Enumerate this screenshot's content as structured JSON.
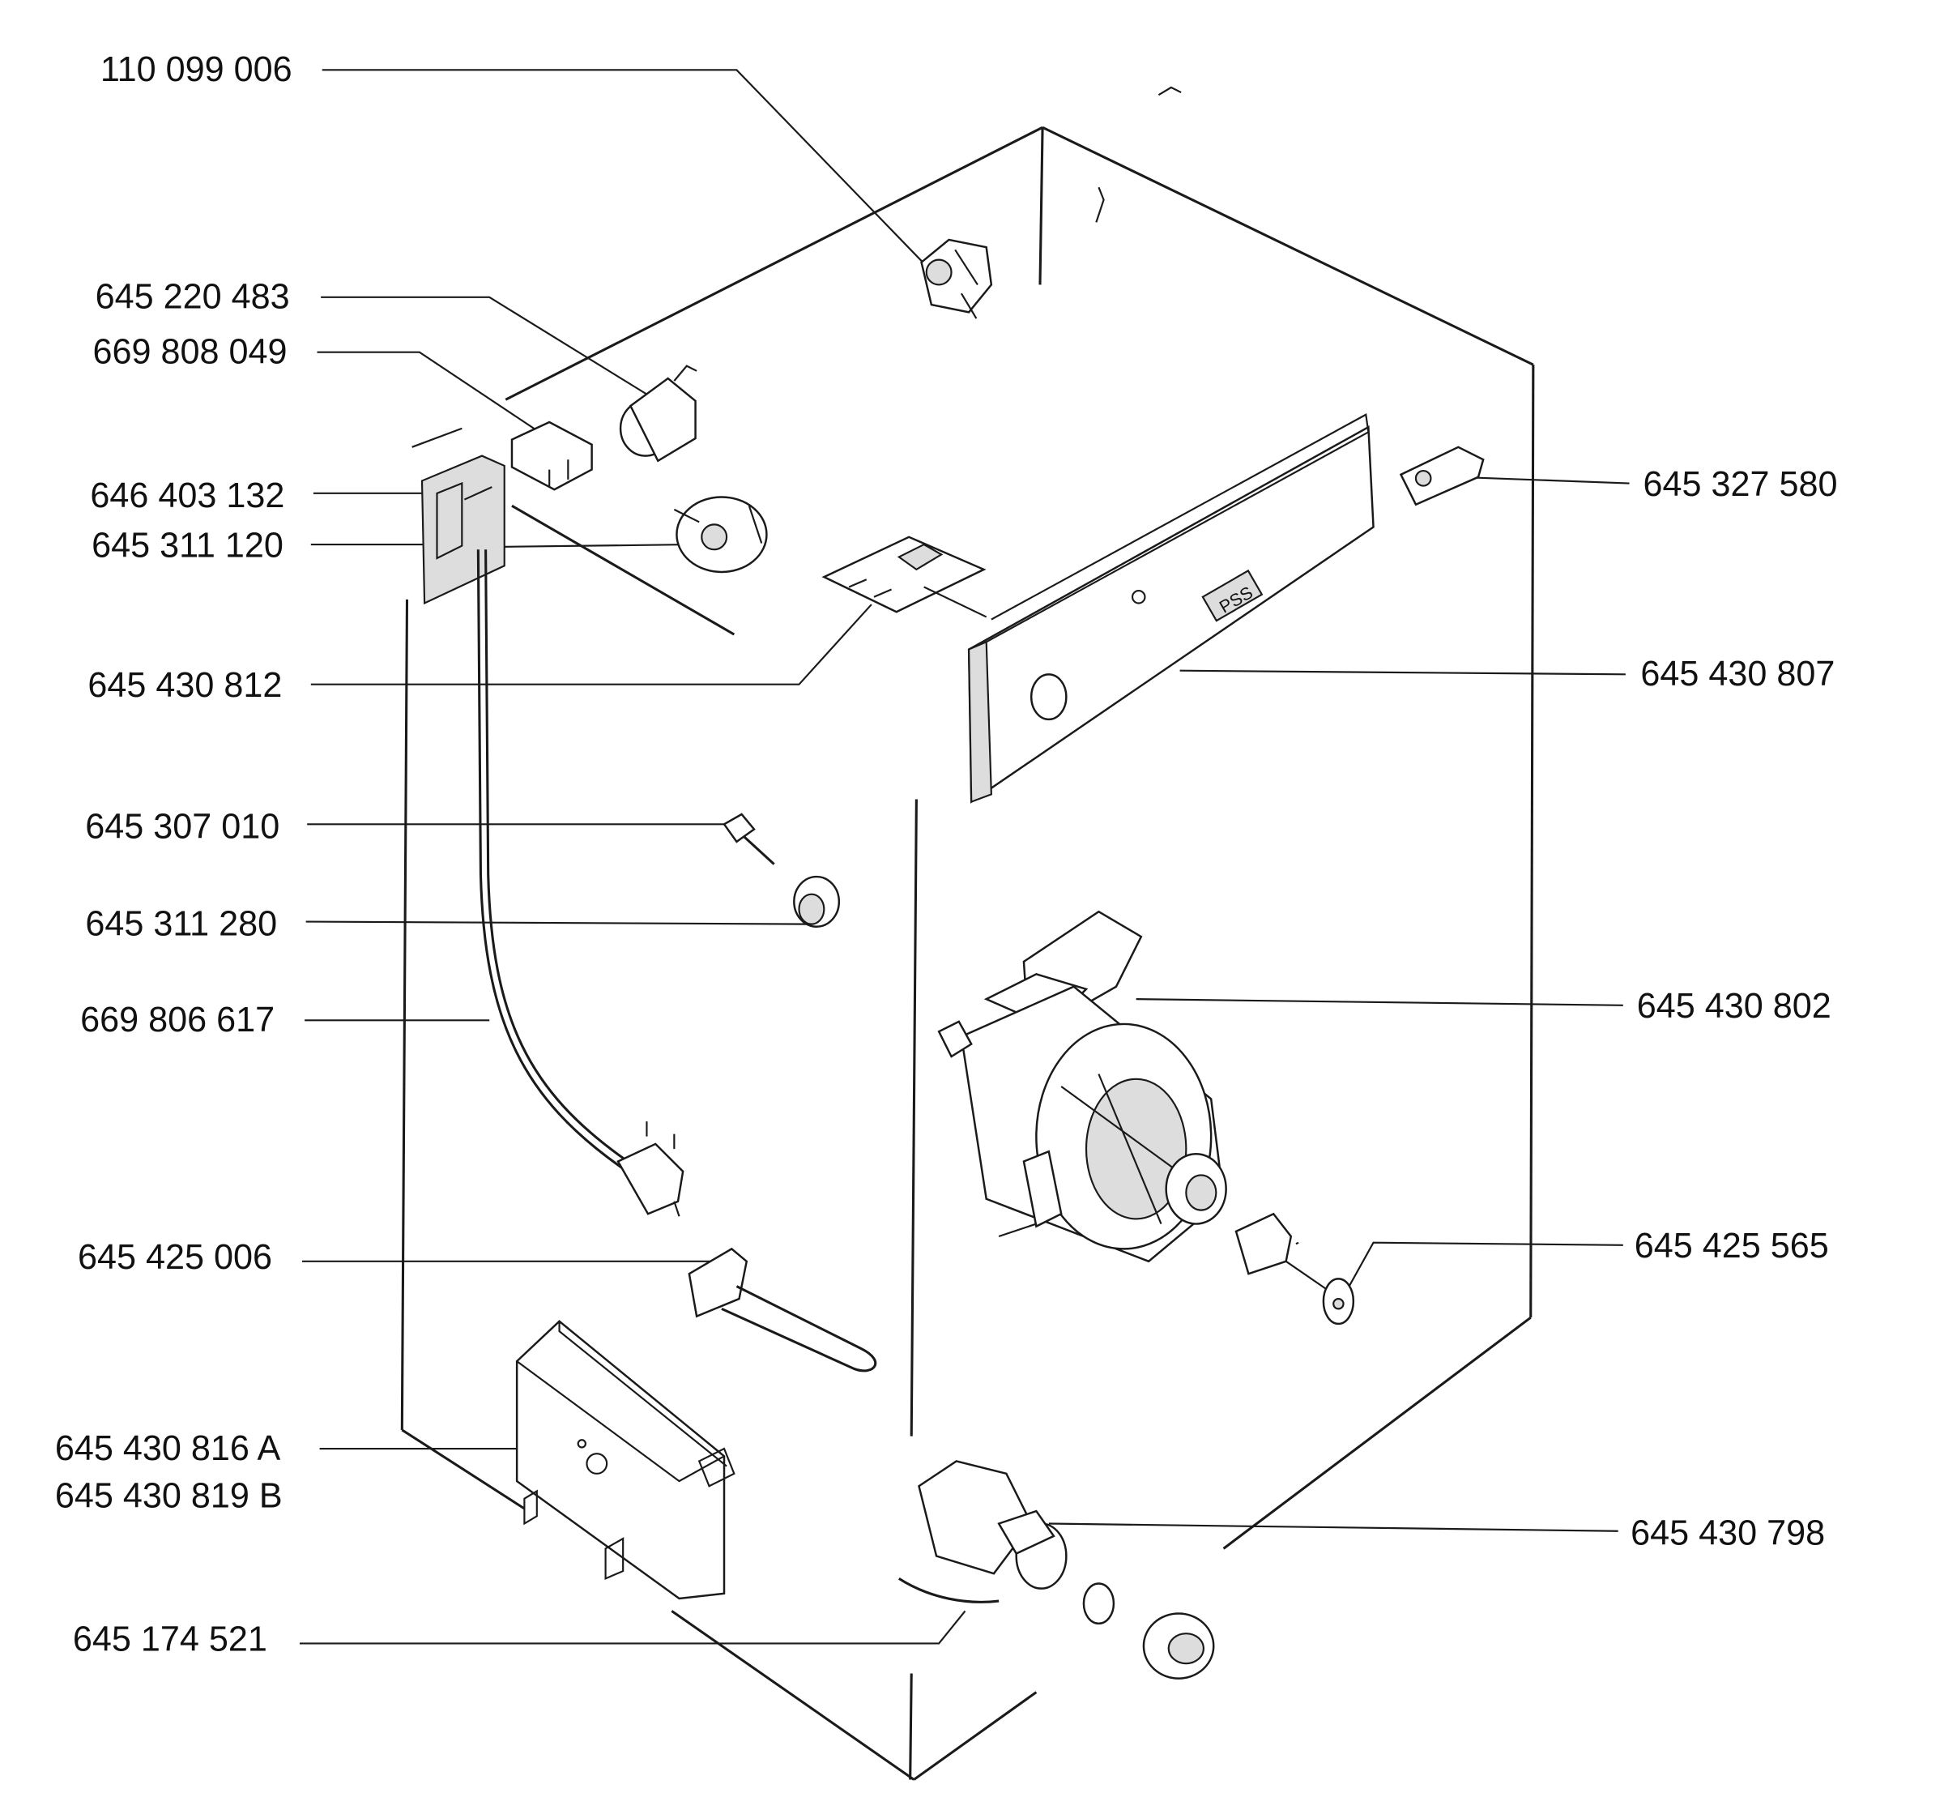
{
  "labels": {
    "l1": "110 099 006",
    "l2": "645 220 483",
    "l3": "669 808 049",
    "l4": "646 403 132",
    "l5": "645 311 120",
    "l6": "645 430 812",
    "l7": "645 307 010",
    "l8": "645 311 280",
    "l9": "669 806 617",
    "l10": "645 425 006",
    "l11": "645 430 816 A",
    "l12": "645 430 819 B",
    "l13": "645 174 521",
    "r1": "645 327 580",
    "r2": "645 430 807",
    "r3": "645 430 802",
    "r4": "645 425 565",
    "r5": "645 430 798"
  },
  "panel_mark": "PSS"
}
